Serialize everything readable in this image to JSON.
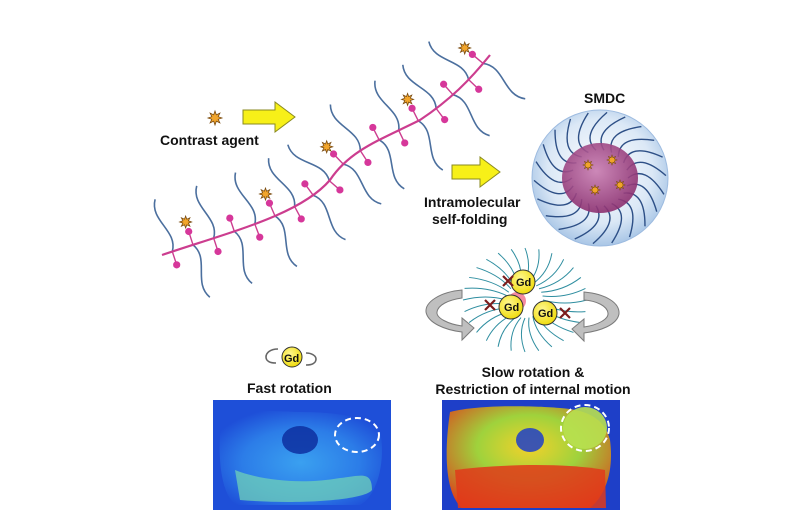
{
  "labels": {
    "contrast_agent": "Contrast agent",
    "smdc": "SMDC",
    "intramolecular_line1": "Intramolecular",
    "intramolecular_line2": "self-folding",
    "gd": "Gd",
    "fast_rotation": "Fast rotation",
    "slow_line1": "Slow rotation &",
    "slow_line2": "Restriction of internal motion"
  },
  "colors": {
    "backbone": "#cc3d8f",
    "bead": "#d6379a",
    "side_chain": "#4b6f9e",
    "arrow_fill": "#f7f018",
    "arrow_stroke": "#8a8a20",
    "gd_fill": "#f3e72a",
    "contrast_star": "#f2a52b",
    "cross": "#7a1c1c",
    "micelle_shell": "#c8dcf0",
    "micelle_core": "#b0508e",
    "rotation_arrow": "#8c8c8c",
    "mri_low": "#1e4fd8",
    "mri_high": "#e03a1a"
  }
}
